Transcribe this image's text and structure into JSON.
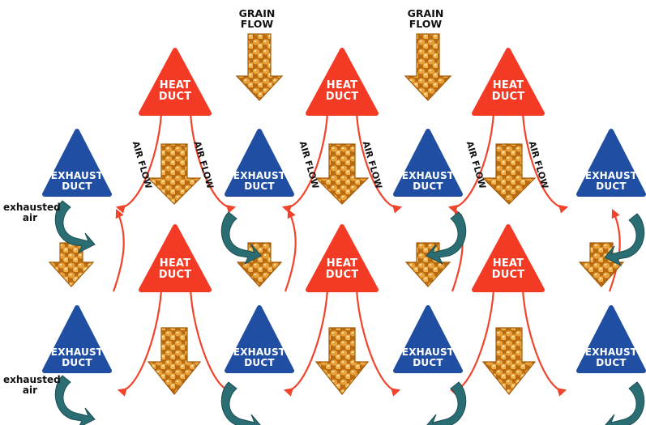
{
  "labels": {
    "grain_flow": "GRAIN FLOW",
    "grain_flow_line1": "GRAIN",
    "grain_flow_line2": "FLOW",
    "heat_line1": "HEAT",
    "heat_line2": "DUCT",
    "exhaust_line1": "EXHAUST",
    "exhaust_line2": "DUCT",
    "air_flow": "AIR FLOW",
    "exhausted_line1": "exhausted",
    "exhausted_line2": "air"
  },
  "colors": {
    "heat_duct": "#f23a24",
    "exhaust_duct": "#1f4ea3",
    "air_flow_line": "#f0442c",
    "exhausted_air_arrow": "#2a6e74",
    "grain": "#d58a17",
    "background": "#ffffff"
  },
  "icons": {
    "heat": "red-triangle",
    "exhaust": "blue-triangle",
    "grain": "grain-filled-down-arrow",
    "exhaust_arrow": "teal-curved-arrow"
  }
}
